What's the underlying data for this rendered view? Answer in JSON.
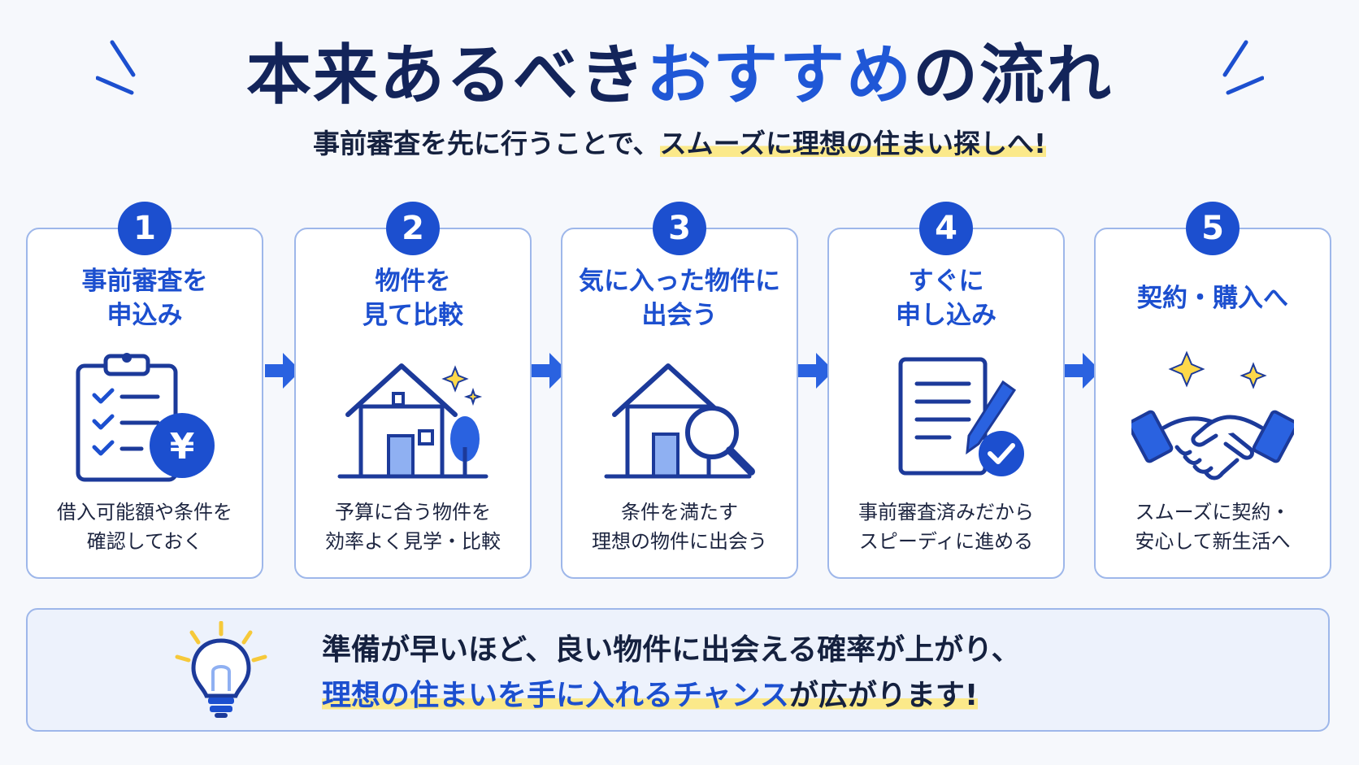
{
  "header": {
    "title_main": "本来あるべき",
    "title_accent": "おすすめ",
    "title_end": "の流れ",
    "subtitle_plain": "事前審査を先に行うことで、",
    "subtitle_highlight": "スムーズに理想の住まい探しへ!"
  },
  "steps": [
    {
      "number": "1",
      "title": "事前審査を\n申込み",
      "description": "借入可能額や条件を\n確認しておく",
      "icon": "clipboard-yen-icon"
    },
    {
      "number": "2",
      "title": "物件を\n見て比較",
      "description": "予算に合う物件を\n効率よく見学・比較",
      "icon": "house-tree-icon"
    },
    {
      "number": "3",
      "title": "気に入った物件に\n出会う",
      "description": "条件を満たす\n理想の物件に出会う",
      "icon": "house-search-icon"
    },
    {
      "number": "4",
      "title": "すぐに\n申し込み",
      "description": "事前審査済みだから\nスピーディに進める",
      "icon": "document-pen-check-icon"
    },
    {
      "number": "5",
      "title": "契約・購入へ",
      "description": "スムーズに契約・\n安心して新生活へ",
      "icon": "handshake-icon"
    }
  ],
  "footer": {
    "line1": "準備が早いほど、良い物件に出会える確率が上がり、",
    "line2_accent": "理想の住まいを手に入れるチャンス",
    "line2_end": "が広がります!",
    "icon": "lightbulb-icon"
  },
  "colors": {
    "primary": "#1c4fcf",
    "navy": "#13245a",
    "highlight": "#fbe98a",
    "card_border": "#9eb7ea",
    "icon_fill": "#8fb0f2"
  }
}
